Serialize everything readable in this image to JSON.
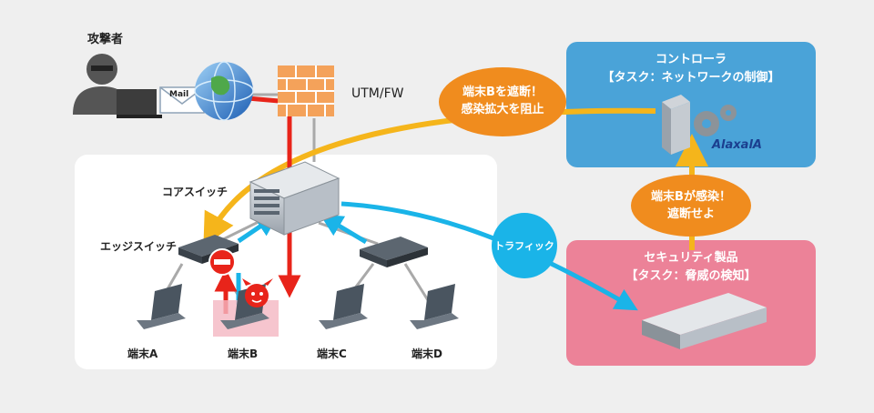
{
  "attacker": {
    "label": "攻撃者",
    "mail_label": "Mail"
  },
  "utm": {
    "label": "UTM/FW"
  },
  "core_switch": {
    "label": "コアスイッチ"
  },
  "edge_switch": {
    "label": "エッジスイッチ"
  },
  "terminals": [
    {
      "label": "端末A"
    },
    {
      "label": "端末B"
    },
    {
      "label": "端末C"
    },
    {
      "label": "端末D"
    }
  ],
  "controller": {
    "title": "コントローラ",
    "task": "【タスク：ネットワークの制御】",
    "brand": "AlaxalA"
  },
  "security": {
    "title": "セキュリティ製品",
    "task": "【タスク：脅威の検知】"
  },
  "bubbles": {
    "block": {
      "line1": "端末Bを遮断！",
      "line2": "感染拡大を阻止"
    },
    "infected": {
      "line1": "端末Bが感染！",
      "line2": "遮断せよ"
    },
    "traffic": {
      "label": "トラフィック"
    }
  },
  "colors": {
    "blue_panel": "#4aa3d8",
    "pink_panel": "#ec8298",
    "orange": "#f08c1e",
    "yellow": "#f5b51b",
    "cyan": "#1ab4e8",
    "red": "#e8241a"
  }
}
